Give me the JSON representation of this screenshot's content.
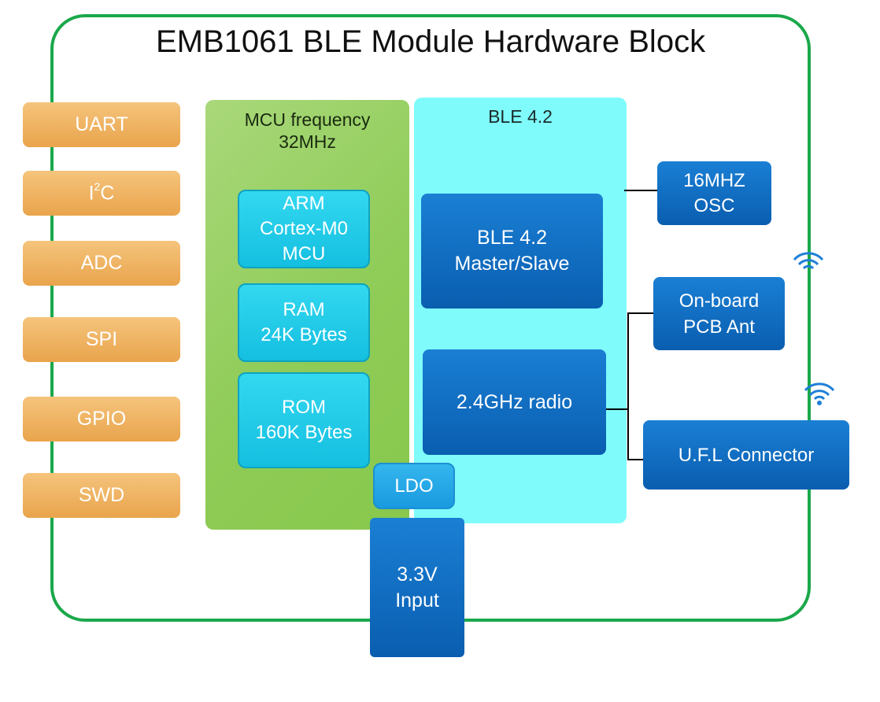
{
  "title": "EMB1061 BLE Module Hardware Block",
  "interfaces": {
    "uart": "UART",
    "i2c_base": "I",
    "i2c_sup": "2",
    "i2c_tail": "C",
    "adc": "ADC",
    "spi": "SPI",
    "gpio": "GPIO",
    "swd": "SWD"
  },
  "mcu": {
    "title_line1": "MCU frequency",
    "title_line2": "32MHz",
    "core": {
      "line1": "ARM",
      "line2": "Cortex-M0",
      "line3": "MCU"
    },
    "ram": {
      "line1": "RAM",
      "line2": "24K Bytes"
    },
    "rom": {
      "line1": "ROM",
      "line2": "160K Bytes"
    }
  },
  "ble": {
    "title": "BLE 4.2",
    "master_slave": {
      "line1": "BLE 4.2",
      "line2": "Master/Slave"
    },
    "radio": "2.4GHz radio"
  },
  "peripherals": {
    "osc": {
      "line1": "16MHZ",
      "line2": "OSC"
    },
    "antenna": {
      "line1": "On-board",
      "line2": "PCB Ant"
    },
    "ufl": "U.F.L Connector",
    "ldo": "LDO",
    "power": {
      "line1": "3.3V",
      "line2": "Input"
    }
  },
  "colors": {
    "frame": "#1aa84a",
    "interface": "#eeaa55",
    "mcu": "#8fcc58",
    "memory": "#14bfe0",
    "ble": "#7ffbfb",
    "blocks": "#0a6bc4"
  },
  "icons": [
    "wifi-icon",
    "wifi-icon"
  ]
}
